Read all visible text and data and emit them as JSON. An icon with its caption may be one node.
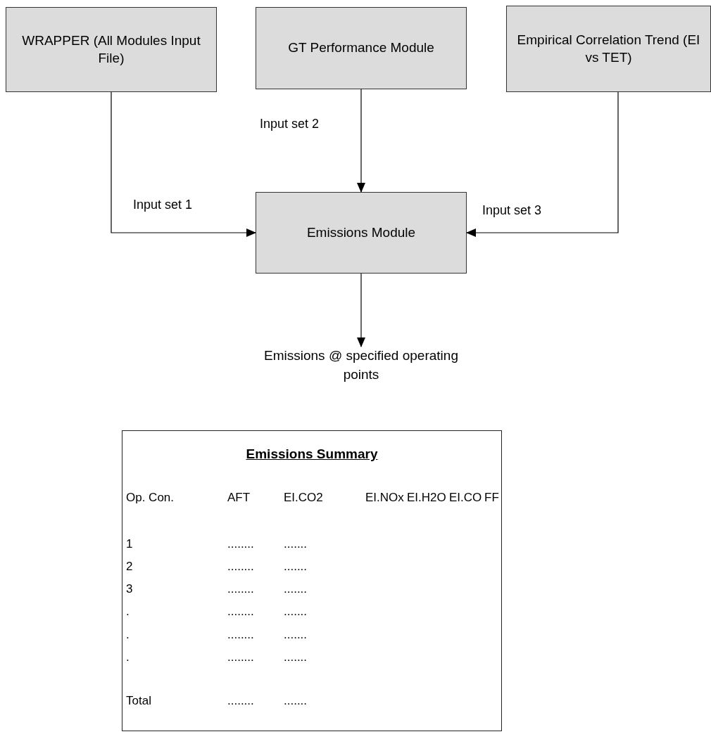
{
  "diagram": {
    "nodes": [
      {
        "text": [
          "WRAPPER (All Modules Input File)"
        ]
      },
      {
        "text": [
          "GT Performance Module"
        ]
      },
      {
        "text": [
          "Empirical Correlation Trend (EI vs TET)"
        ]
      },
      {
        "text": [
          "Emissions Module"
        ]
      },
      {
        "text": [
          "Emissions @ specified operating points"
        ]
      },
      {
        "text": [
          "Emissions Summary"
        ]
      }
    ],
    "edges": [
      {
        "from": 0,
        "to": 3,
        "arrow": "to",
        "label": "Input set 1"
      },
      {
        "from": 1,
        "to": 3,
        "arrow": "to",
        "label": "Input set 2"
      },
      {
        "from": 2,
        "to": 3,
        "arrow": "to",
        "label": "Input set 3"
      },
      {
        "from": 3,
        "to": 4,
        "arrow": "to"
      }
    ],
    "labels": [
      "Op. Con.",
      "AFT",
      "EI.CO2",
      "EI.NOx",
      "EI.H2O",
      "EI.CO",
      "FF",
      "1",
      "........",
      ".......",
      "2",
      "........",
      ".......",
      "3",
      "........",
      ".......",
      ".",
      "........",
      ".......",
      ".",
      "........",
      ".......",
      ".",
      "........",
      ".......",
      "Total",
      "........",
      "......."
    ]
  }
}
